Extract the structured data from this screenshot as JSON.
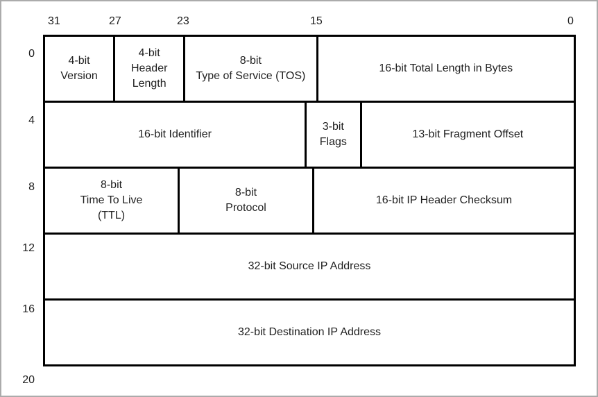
{
  "colors": {
    "frame": "#ababab",
    "grid_lines": "#000000",
    "text": "#1f1f1f",
    "background": "#ffffff"
  },
  "bit_scale": {
    "labels": [
      "31",
      "27",
      "23",
      "15",
      "0"
    ]
  },
  "byte_offsets": [
    "0",
    "4",
    "8",
    "12",
    "16",
    "20"
  ],
  "rows": [
    {
      "cells": [
        {
          "bits": 4,
          "label": "4-bit\nVersion"
        },
        {
          "bits": 4,
          "label": "4-bit\nHeader\nLength"
        },
        {
          "bits": 8,
          "label": "8-bit\nType of Service (TOS)"
        },
        {
          "bits": 16,
          "label": "16-bit Total Length in Bytes"
        }
      ]
    },
    {
      "cells": [
        {
          "bits": 16,
          "label": "16-bit Identifier"
        },
        {
          "bits": 3,
          "label": "3-bit\nFlags"
        },
        {
          "bits": 13,
          "label": "13-bit Fragment Offset"
        }
      ]
    },
    {
      "cells": [
        {
          "bits": 8,
          "label": "8-bit\nTime To Live\n(TTL)"
        },
        {
          "bits": 8,
          "label": "8-bit\nProtocol"
        },
        {
          "bits": 16,
          "label": "16-bit IP Header Checksum"
        }
      ]
    },
    {
      "cells": [
        {
          "bits": 32,
          "label": "32-bit Source IP Address"
        }
      ]
    },
    {
      "cells": [
        {
          "bits": 32,
          "label": "32-bit Destination IP Address"
        }
      ]
    }
  ]
}
